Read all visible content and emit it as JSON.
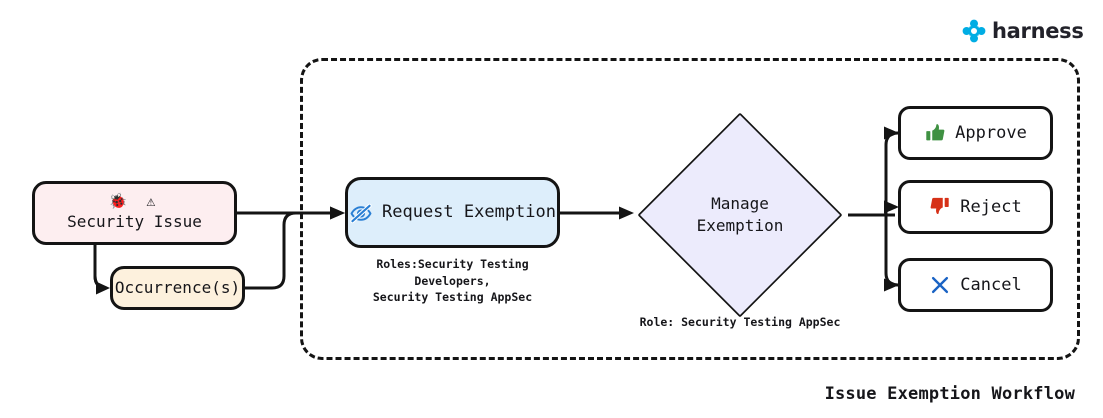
{
  "brand": {
    "name": "harness",
    "logo_icon": "harness-diamond-logo-icon",
    "color": "#00ADE4"
  },
  "diagram": {
    "title": "Issue Exemption Workflow",
    "type": "flowchart",
    "background": "#ffffff",
    "stroke_color": "#141414"
  },
  "group": {
    "name": "exemption-scope",
    "border_style": "dashed"
  },
  "nodes": {
    "security_issue": {
      "label": "Security Issue",
      "icons": "🐞 ⚠",
      "bug_icon": "bug-icon",
      "warning_icon": "warning-triangle-icon",
      "fill": "#fdeef0"
    },
    "occurrences": {
      "label": "Occurrence(s)",
      "fill": "#fdf1dd"
    },
    "request_exemption": {
      "label": "Request Exemption",
      "icon": "eye-slash-icon",
      "icon_color": "#2a7fd4",
      "fill": "#ddeefb",
      "caption": "Roles:Security Testing Developers,\nSecurity Testing AppSec"
    },
    "manage_exemption": {
      "label_line1": "Manage",
      "label_line2": "Exemption",
      "fill": "#ecebfc",
      "caption": "Role: Security Testing AppSec"
    },
    "approve": {
      "label": "Approve",
      "icon": "thumbs-up-icon",
      "icon_color": "#3f9142",
      "fill": "#ffffff"
    },
    "reject": {
      "label": "Reject",
      "icon": "thumbs-down-icon",
      "icon_color": "#d63118",
      "fill": "#ffffff"
    },
    "cancel": {
      "label": "Cancel",
      "icon": "x-mark-icon",
      "icon_color": "#1a63c4",
      "fill": "#ffffff"
    }
  }
}
